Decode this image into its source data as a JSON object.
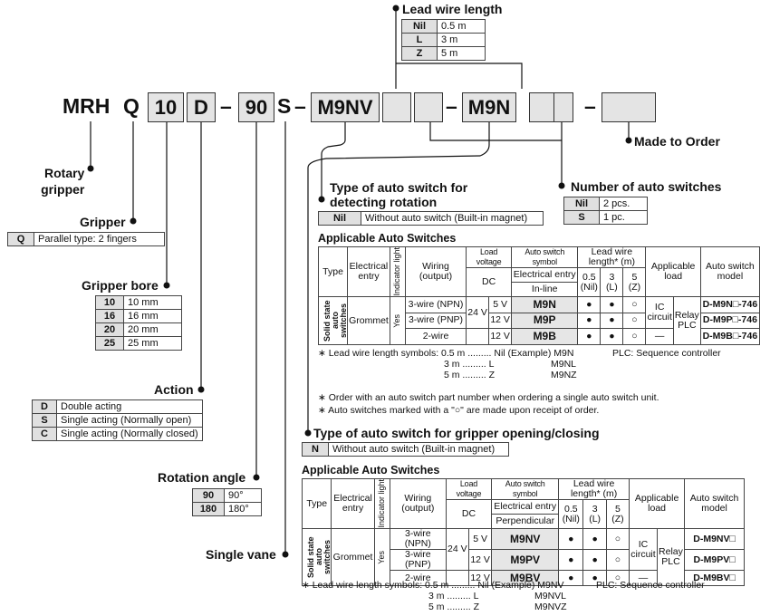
{
  "part_number": {
    "series": "MRH",
    "gripper": "Q",
    "bore": "10",
    "action": "D",
    "dash1": "–",
    "angle": "90",
    "vane": "S",
    "dash2": "–",
    "rotation_switch": "M9NV",
    "dash3": "–",
    "gripper_switch": "M9N",
    "dash4": "–"
  },
  "lead_wire_length": {
    "title": "Lead wire length",
    "rows": [
      {
        "code": "Nil",
        "value": "0.5 m"
      },
      {
        "code": "L",
        "value": "3 m"
      },
      {
        "code": "Z",
        "value": "5 m"
      }
    ]
  },
  "made_to_order": {
    "title": "Made to Order"
  },
  "rotary_gripper": {
    "line1": "Rotary",
    "line2": "gripper"
  },
  "gripper": {
    "title": "Gripper",
    "rows": [
      {
        "code": "Q",
        "value": "Parallel type: 2 fingers"
      }
    ]
  },
  "gripper_bore": {
    "title": "Gripper bore",
    "rows": [
      {
        "code": "10",
        "value": "10 mm"
      },
      {
        "code": "16",
        "value": "16 mm"
      },
      {
        "code": "20",
        "value": "20 mm"
      },
      {
        "code": "25",
        "value": "25 mm"
      }
    ]
  },
  "action": {
    "title": "Action",
    "rows": [
      {
        "code": "D",
        "value": "Double acting"
      },
      {
        "code": "S",
        "value": "Single acting (Normally open)"
      },
      {
        "code": "C",
        "value": "Single acting (Normally closed)"
      }
    ]
  },
  "rotation_angle": {
    "title": "Rotation angle",
    "rows": [
      {
        "code": "90",
        "value": "90°"
      },
      {
        "code": "180",
        "value": "180°"
      }
    ]
  },
  "single_vane": {
    "title": "Single vane"
  },
  "number_of_switches": {
    "title": "Number of auto switches",
    "rows": [
      {
        "code": "Nil",
        "value": "2 pcs."
      },
      {
        "code": "S",
        "value": "1 pc."
      }
    ]
  },
  "rotation_switch_type": {
    "title_line1": "Type of auto switch for",
    "title_line2": "detecting rotation",
    "rows": [
      {
        "code": "Nil",
        "value": "Without auto switch (Built-in magnet)"
      }
    ]
  },
  "gripper_switch_type": {
    "title": "Type of auto switch for gripper opening/closing",
    "rows": [
      {
        "code": "N",
        "value": "Without auto switch (Built-in magnet)"
      }
    ]
  },
  "table1": {
    "title": "Applicable Auto Switches",
    "h_type": "Type",
    "h_electrical_entry": "Electrical entry",
    "h_indicator": "Indicator light",
    "h_wiring": "Wiring (output)",
    "h_load_voltage": "Load voltage",
    "h_dc": "DC",
    "h_switch_symbol": "Auto switch symbol",
    "h_entry_sub": "Electrical entry",
    "h_direction": "In-line",
    "h_lead": "Lead wire length* (m)",
    "h_l05": "0.5",
    "h_l05s": "(Nil)",
    "h_l3": "3",
    "h_l3s": "(L)",
    "h_l5": "5",
    "h_l5s": "(Z)",
    "h_load": "Applicable load",
    "h_model": "Auto switch model",
    "type_label": "Solid state auto switches",
    "entry": "Grommet",
    "indicator": "Yes",
    "dc24": "24 V",
    "ic": "IC circuit",
    "relay": "Relay PLC",
    "rows": [
      {
        "wiring": "3-wire (NPN)",
        "volt": "5 V",
        "symbol": "M9N",
        "l05": "●",
        "l3": "●",
        "l5": "○",
        "model": "D-M9N□-746"
      },
      {
        "wiring": "3-wire (PNP)",
        "volt": "12 V",
        "symbol": "M9P",
        "l05": "●",
        "l3": "●",
        "l5": "○",
        "model": "D-M9P□-746"
      },
      {
        "wiring": "2-wire",
        "volt": "12 V",
        "symbol": "M9B",
        "l05": "●",
        "l3": "●",
        "l5": "○",
        "model": "D-M9B□-746",
        "load": "—"
      }
    ],
    "note_lead": "∗ Lead wire length symbols: 0.5 m ......... Nil (Example) M9N",
    "note_lead2": "3 m ......... L",
    "note_lead3": "5 m ......... Z",
    "ex2": "M9NL",
    "ex3": "M9NZ",
    "plc": "PLC: Sequence controller",
    "note_order": "∗ Order with an auto switch part number when ordering a single auto switch unit.",
    "note_made": "∗ Auto switches marked with a \"○\" are made upon receipt of order."
  },
  "table2": {
    "title": "Applicable Auto Switches",
    "h_direction": "Perpendicular",
    "rows": [
      {
        "wiring": "3-wire (NPN)",
        "volt": "5 V",
        "symbol": "M9NV",
        "l05": "●",
        "l3": "●",
        "l5": "○",
        "model": "D-M9NV□"
      },
      {
        "wiring": "3-wire (PNP)",
        "volt": "12 V",
        "symbol": "M9PV",
        "l05": "●",
        "l3": "●",
        "l5": "○",
        "model": "D-M9PV□"
      },
      {
        "wiring": "2-wire",
        "volt": "12 V",
        "symbol": "M9BV",
        "l05": "●",
        "l3": "●",
        "l5": "○",
        "model": "D-M9BV□",
        "load": "—"
      }
    ],
    "note_lead": "∗ Lead wire length symbols: 0.5 m ......... Nil (Example) M9NV",
    "note_lead2": "3 m ......... L",
    "note_lead3": "5 m ......... Z",
    "ex2": "M9NVL",
    "ex3": "M9NVZ",
    "plc": "PLC: Sequence controller"
  }
}
